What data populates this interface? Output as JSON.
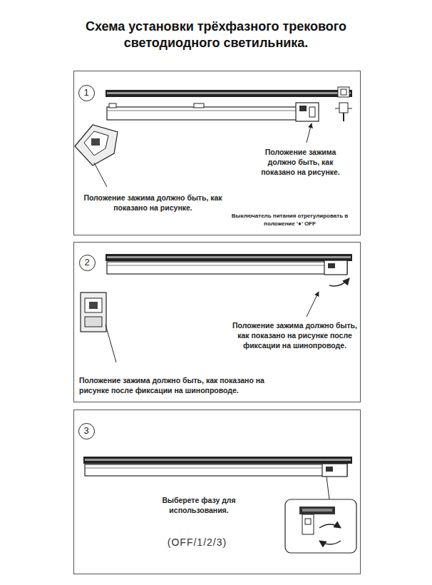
{
  "diagram": {
    "title": "Схема установки трёхфазного трекового светодиодного светильника.",
    "nodes": [
      {
        "text": [
          "Положение зажима должно быть, как показано на рисунке.",
          "Положение зажима должно быть, как показано на рисунке.",
          "Выключатель питания отрегулировать в положение ‘●’ OFF"
        ]
      },
      {
        "text": [
          "1"
        ],
        "in": 0
      },
      {
        "text": [
          "Положение зажима должно быть, как показано на рисунке после фиксации на шинопроводе.",
          "Положение зажима должно быть, как показано на рисунке после фиксации на шинопроводе."
        ]
      },
      {
        "text": [
          "2"
        ],
        "in": 2
      },
      {
        "text": [
          "Выберете фазу для использования.",
          "(OFF/1/2/3)"
        ]
      },
      {
        "text": [
          "3"
        ],
        "in": 4
      }
    ]
  }
}
